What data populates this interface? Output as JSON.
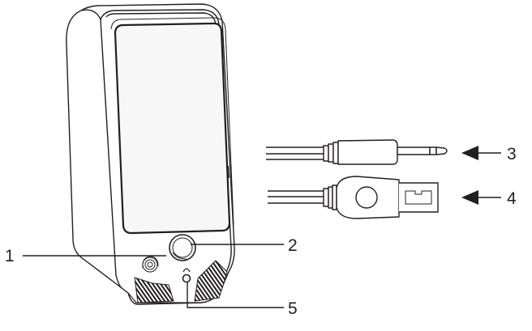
{
  "diagram": {
    "callouts": [
      {
        "id": "1",
        "label": "1"
      },
      {
        "id": "2",
        "label": "2"
      },
      {
        "id": "3",
        "label": "3"
      },
      {
        "id": "4",
        "label": "4"
      },
      {
        "id": "5",
        "label": "5"
      }
    ]
  },
  "colors": {
    "stroke": "#231f20",
    "fill": "#ffffff",
    "screen": "#f7f7f7"
  }
}
